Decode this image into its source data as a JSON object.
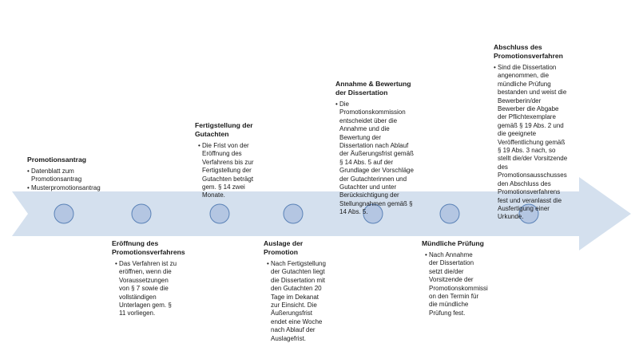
{
  "colors": {
    "arrow_fill": "#d4e0ee",
    "circle_fill": "#b4c6e2",
    "circle_stroke": "#5a82b7",
    "text": "#1a1a1a"
  },
  "steps": [
    {
      "title": "Promotionsantrag",
      "bullets": [
        "Datenblatt zum Promotionsantrag",
        "Musterpromotionsantrag"
      ]
    },
    {
      "title": "Eröffnung des Promotionsverfahrens",
      "bullets": [
        "Das Verfahren ist zu eröffnen, wenn die Voraussetzungen von § 7 sowie die vollständigen Unterlagen gem. § 11 vorliegen."
      ]
    },
    {
      "title": "Fertigstellung der Gutachten",
      "bullets": [
        "Die Frist von der Eröffnung des Verfahrens bis zur Fertigstellung der Gutachten beträgt gem. § 14 zwei Monate."
      ]
    },
    {
      "title": "Auslage der Promotion",
      "bullets": [
        "Nach Fertigstellung der Gutachten liegt die Dissertation mit den Gutachten 20 Tage im Dekanat zur Einsicht. Die Äußerungsfrist endet eine Woche nach Ablauf der Auslagefrist."
      ]
    },
    {
      "title": "Annahme & Bewertung der Dissertation",
      "bullets": [
        "Die Promotionskommission entscheidet über die Annahme und die Bewertung der Dissertation nach Ablauf der Äußerungsfrist gemäß § 14 Abs. 5 auf der Grundlage der Vorschläge der Gutachterinnen und Gutachter und unter Berücksichtigung der Stellungnahmen gemäß § 14 Abs. 5."
      ]
    },
    {
      "title": "Mündliche Prüfung",
      "bullets": [
        "Nach Annahme der Dissertation setzt die/der Vorsitzende der Promotionskommissi on den Termin für die mündliche Prüfung fest."
      ]
    },
    {
      "title": "Abschluss des Promotionsverfahren",
      "bullets": [
        "Sind die Dissertation angenommen, die mündliche Prüfung bestanden und weist die Bewerberin/der Bewerber die Abgabe der Pflichtexemplare gemäß § 19 Abs. 2 und die geeignete Veröffentlichung gemäß § 19 Abs. 3 nach, so stellt die/der Vorsitzende des Promotionsausschusses den Abschluss des Promotionsverfahrens fest und veranlasst die Ausfertigung einer Urkunde."
      ]
    }
  ]
}
